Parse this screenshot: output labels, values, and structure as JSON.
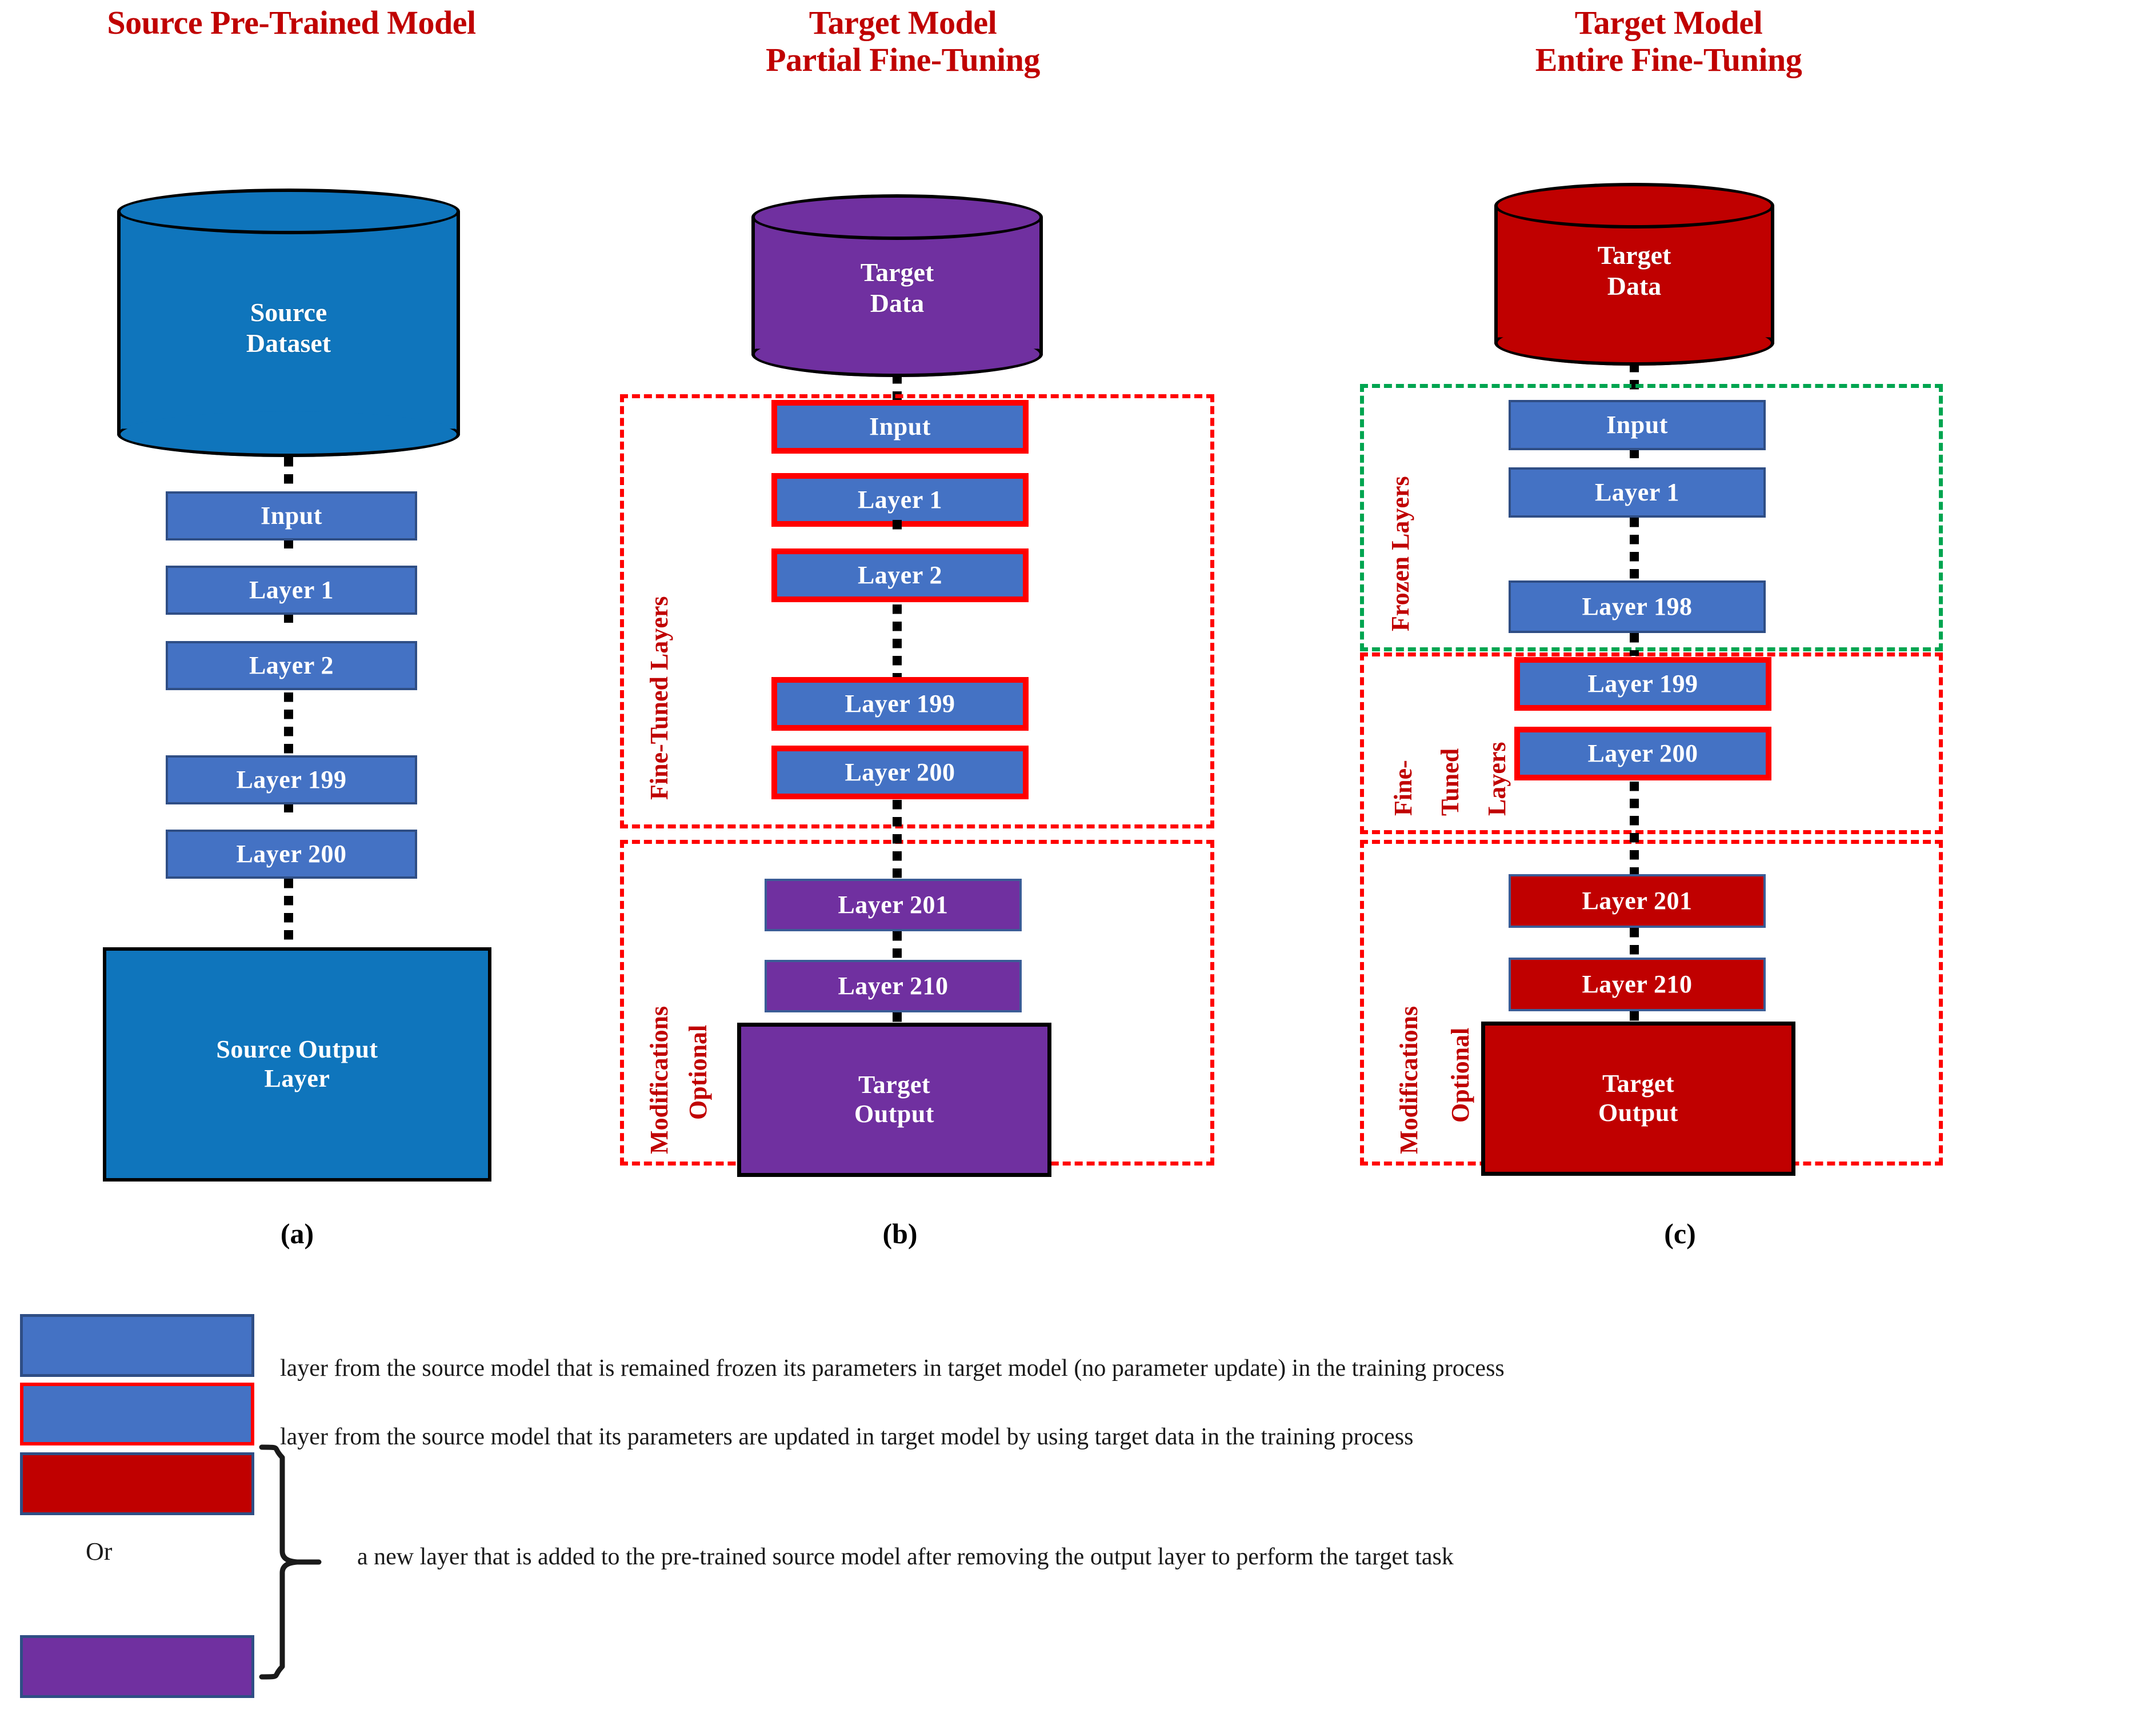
{
  "figure": {
    "columns": [
      {
        "id": "a",
        "title_line1": "Source Pre-Trained Model",
        "title_line2": "",
        "subcaption": "(a)",
        "datastore": {
          "line1": "Source",
          "line2": "Dataset",
          "color": "#0F75BC"
        },
        "layers": [
          "Input",
          "Layer 1",
          "Layer 2",
          "Layer 199",
          "Layer 200"
        ],
        "output": {
          "line1": "Source Output",
          "line2": "Layer",
          "color": "#0F75BC"
        },
        "groups": []
      },
      {
        "id": "b",
        "title_line1": "Target Model",
        "title_line2": "Partial Fine-Tuning",
        "subcaption": "(b)",
        "datastore": {
          "line1": "Target",
          "line2": "Data",
          "color": "#7030A0"
        },
        "finetuned_layers": [
          "Input",
          "Layer 1",
          "Layer 2",
          "Layer 199",
          "Layer 200"
        ],
        "new_layers": [
          "Layer 201",
          "Layer 210"
        ],
        "output": {
          "line1": "Target",
          "line2": "Output",
          "color": "#7030A0"
        },
        "groups": [
          {
            "name": "fine-tuned",
            "label": "Fine-Tuned Layers",
            "border": "#FF0000"
          },
          {
            "name": "modifications",
            "label_a": "Modifications",
            "label_b": "Optional",
            "border": "#FF0000"
          }
        ]
      },
      {
        "id": "c",
        "title_line1": "Target Model",
        "title_line2": "Entire Fine-Tuning",
        "subcaption": "(c)",
        "datastore": {
          "line1": "Target",
          "line2": "Data",
          "color": "#C00000"
        },
        "frozen_layers": [
          "Input",
          "Layer 1",
          "Layer 198"
        ],
        "finetuned_layers": [
          "Layer 199",
          "Layer 200"
        ],
        "new_layers": [
          "Layer 201",
          "Layer 210"
        ],
        "output": {
          "line1": "Target",
          "line2": "Output",
          "color": "#C00000"
        },
        "groups": [
          {
            "name": "frozen",
            "label": "Frozen Layers",
            "border": "#00A550"
          },
          {
            "name": "fine-tuned",
            "label_a": "Fine-",
            "label_b": "Tuned",
            "label_c": "Layers",
            "border": "#FF0000"
          },
          {
            "name": "modifications",
            "label_a": "Modifications",
            "label_b": "Optional",
            "border": "#FF0000"
          }
        ]
      }
    ]
  },
  "legend": {
    "items": [
      {
        "swatch": "blue-solid",
        "fill": "#4472C4",
        "border": "#2F4E85",
        "text": "layer from the source model that is remained frozen its parameters in target model (no parameter update) in the training process"
      },
      {
        "swatch": "blue-red-outline",
        "fill": "#4472C4",
        "border": "#FF0000",
        "text": "layer from the source model that its parameters are updated in target model by using target data in the training process"
      },
      {
        "swatch": "red-solid",
        "fill": "#C00000",
        "border": "#2F4E85",
        "text": ""
      },
      {
        "swatch": "purple-solid",
        "fill": "#7030A0",
        "border": "#2F4E85",
        "text": ""
      }
    ],
    "or_label": "Or",
    "grouped_text": "a new layer that is added to the pre-trained source model after removing the output layer to perform the target task"
  },
  "colors": {
    "title_red": "#C00000",
    "accent_red": "#FF0000",
    "accent_green": "#00A550",
    "layer_blue": "#4472C4",
    "data_blue": "#0F75BC",
    "purple": "#7030A0",
    "dark_red": "#C00000",
    "black": "#000000",
    "white": "#FFFFFF"
  }
}
